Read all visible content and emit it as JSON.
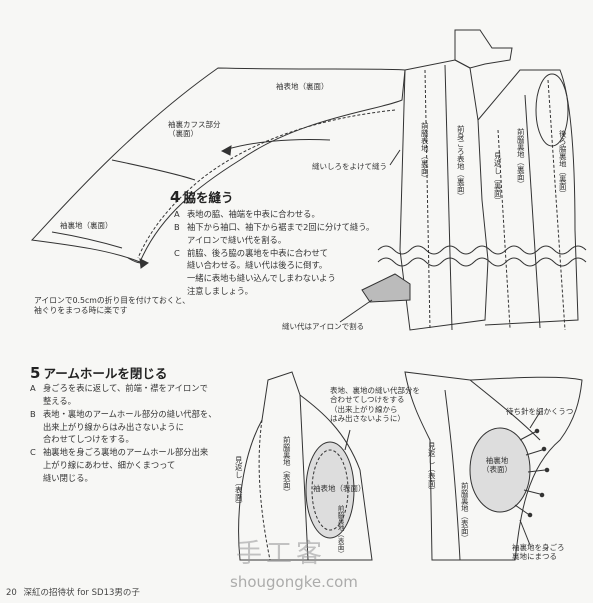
{
  "section4": {
    "number": "4",
    "title": "脇を縫う",
    "steps": [
      {
        "mark": "A",
        "text": "表地の脇、袖端を中表に合わせる。"
      },
      {
        "mark": "B",
        "text": "袖下から袖口、袖下から裾まで2回に分けて縫う。\nアイロンで縫い代を割る。"
      },
      {
        "mark": "C",
        "text": "前脇、後ろ脇の裏地を中表に合わせて\n縫い合わせる。縫い代は後ろに倒す。\n一緒に表地も縫い込んでしまわないよう\n注意しましょう。"
      }
    ],
    "labels": {
      "sleeve_outer": "袖表地（裏面）",
      "sleeve_cuff": "袖裏カフス部分\n（裏面）",
      "sleeve_lining": "袖裏地（裏面）",
      "front_side_outer": "前脇表地（裏面）",
      "front_outer": "前身ごろ表地（裏面）",
      "facing": "見返し（裏面）",
      "front_side_lining": "前脇裏地（裏面）",
      "back_side_lining": "後ろ脇裏地（裏面）",
      "avoid_seam": "縫いしろをよけて縫う",
      "cuff_note": "アイロンで0.5cmの折り目を付けておくと、\n袖ぐりをまつる時に楽です",
      "iron_seam": "縫い代はアイロンで割る"
    }
  },
  "section5": {
    "number": "5",
    "title": "アームホールを閉じる",
    "steps": [
      {
        "mark": "A",
        "text": "身ごろを表に返して、前端・襟をアイロンで\n整える。"
      },
      {
        "mark": "B",
        "text": "表地・裏地のアームホール部分の縫い代部を、\n出来上がり線からはみ出さないように\n合わせてしつけをする。"
      },
      {
        "mark": "C",
        "text": "袖裏地を身ごろ裏地のアームホール部分出来\n上がり線にあわせ、細かくまつって\n縫い閉じる。"
      }
    ],
    "labels": {
      "facing_front": "見返し（表面）",
      "front_side_lining_front": "前脇裏地（表面）",
      "sleeve_outer_front": "袖表地（表面）",
      "front_side_lining_front_small": "前脇裏地（表面）",
      "seam_note": "表地、裏地の縫い代部分を\n合わせてしつけをする\n（出来上がり線から\nはみ出さないように）",
      "facing_front_2": "見返し（表面）",
      "front_side_lining_front_2": "前脇裏地（表面）",
      "sleeve_lining_front": "袖裏地\n（表面）",
      "blind_stitch": "待ち針を細かくうつ",
      "sleeve_to_body": "袖裏地を身ごろ\n裏地にまつる"
    }
  },
  "footer": {
    "page_number": "20",
    "book_title": "深紅の招待状 for SD13男の子"
  },
  "watermark": {
    "chinese": "手工客",
    "url": "shougongke.com"
  }
}
